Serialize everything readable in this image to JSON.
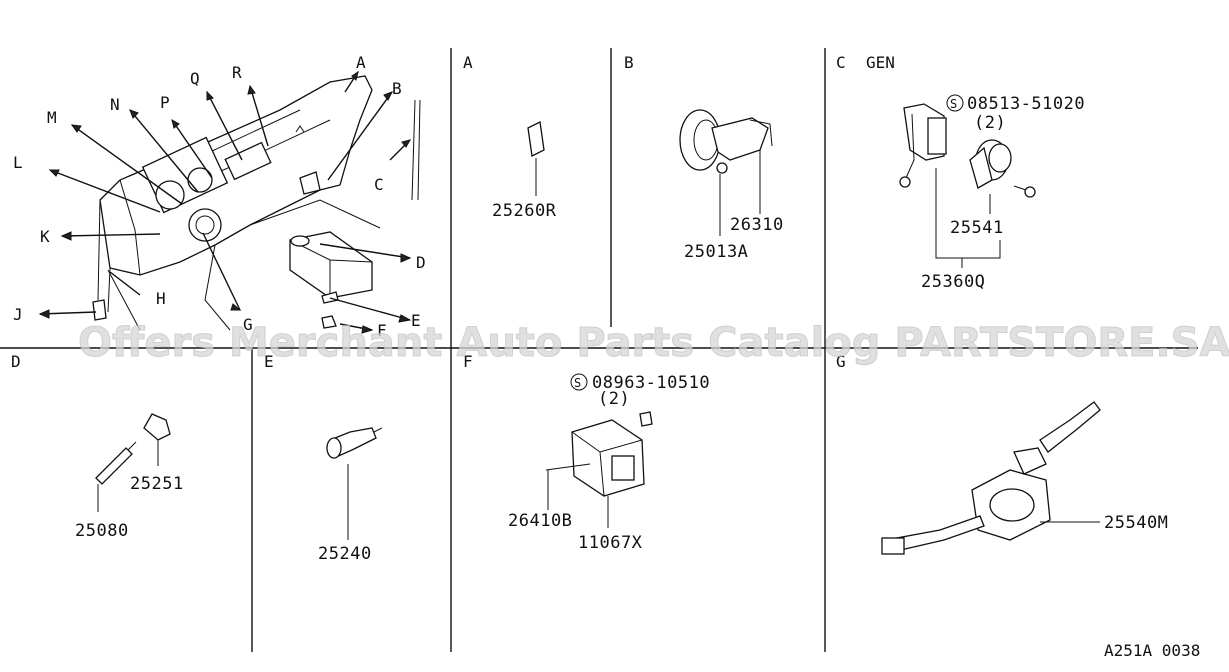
{
  "watermark": "Offers Merchant Auto Parts Catalog PARTSTORE.SA",
  "diagram_code": "A251A 0038",
  "overview_callouts": [
    "A",
    "B",
    "C",
    "D",
    "E",
    "F",
    "G",
    "H",
    "J",
    "K",
    "L",
    "M",
    "N",
    "P",
    "Q",
    "R"
  ],
  "panels": {
    "A": {
      "letter": "A",
      "parts": [
        "25260R"
      ]
    },
    "B": {
      "letter": "B",
      "parts": [
        "26310",
        "25013A"
      ]
    },
    "C": {
      "letter": "C",
      "title": "GEN",
      "screw": "08513-51020",
      "qty": "(2)",
      "screw_symbol": "S",
      "parts": [
        "25541",
        "25360Q"
      ]
    },
    "D": {
      "letter": "D",
      "parts": [
        "25251",
        "25080"
      ]
    },
    "E": {
      "letter": "E",
      "parts": [
        "25240"
      ]
    },
    "F": {
      "letter": "F",
      "screw": "08963-10510",
      "qty": "(2)",
      "screw_symbol": "S",
      "parts": [
        "26410B",
        "11067X"
      ]
    },
    "G": {
      "letter": "G",
      "parts": [
        "25540M"
      ]
    }
  }
}
